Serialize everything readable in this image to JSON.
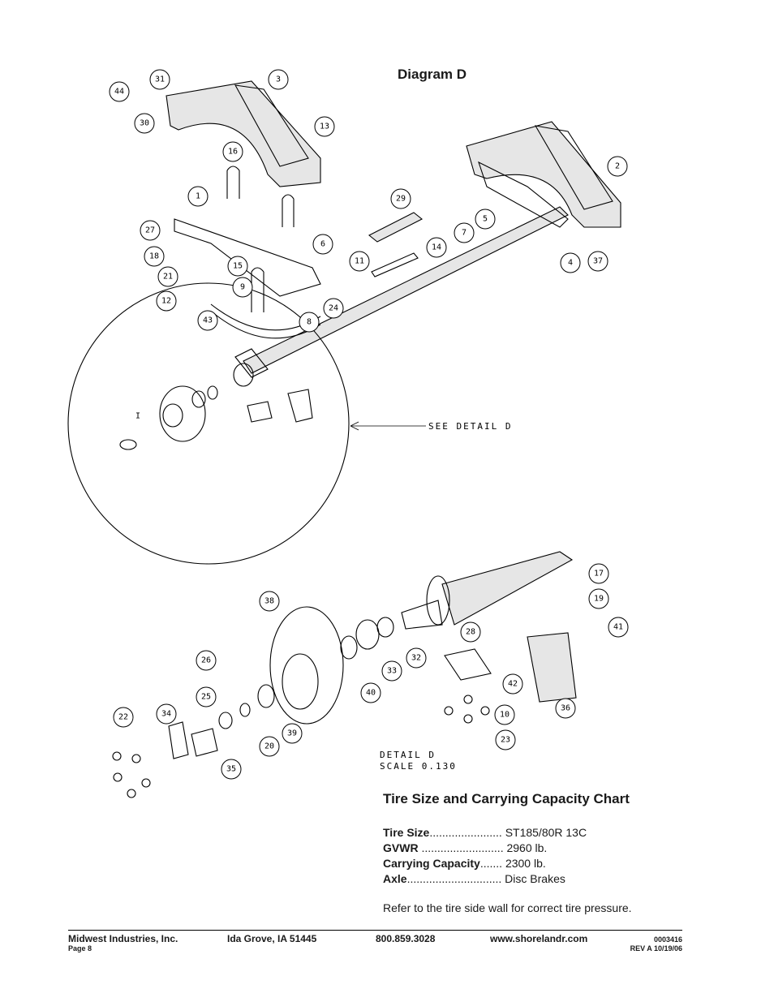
{
  "diagram": {
    "title": "Diagram D",
    "detail_reference": "SEE DETAIL  D",
    "detail_label": "DETAIL  D",
    "detail_scale": "SCALE  0.130",
    "callouts": [
      "44",
      "31",
      "3",
      "30",
      "13",
      "16",
      "2",
      "1",
      "29",
      "27",
      "5",
      "7",
      "6",
      "18",
      "14",
      "11",
      "4",
      "37",
      "15",
      "21",
      "9",
      "12",
      "24",
      "43",
      "8",
      "I",
      "17",
      "38",
      "19",
      "41",
      "28",
      "26",
      "32",
      "33",
      "25",
      "42",
      "40",
      "22",
      "34",
      "39",
      "36",
      "10",
      "20",
      "35",
      "23"
    ]
  },
  "capacity_chart": {
    "title": "Tire Size and Carrying Capacity Chart",
    "rows": [
      {
        "label": "Tire Size",
        "dots": ".......................",
        "value": "ST185/80R 13C"
      },
      {
        "label": "GVWR",
        "dots": "..........................",
        "value": "2960 lb."
      },
      {
        "label": "Carrying Capacity",
        "dots": ".......",
        "value": "2300 lb."
      },
      {
        "label": "Axle",
        "dots": "..............................",
        "value": "Disc Brakes"
      }
    ],
    "note": "Refer to the tire side wall for correct tire pressure."
  },
  "footer": {
    "company": "Midwest Industries, Inc.",
    "city": "Ida Grove, IA  51445",
    "phone": "800.859.3028",
    "website": "www.shorelandr.com",
    "page": "Page 8",
    "doc_number": "0003416",
    "revision": "REV A  10/19/06"
  }
}
